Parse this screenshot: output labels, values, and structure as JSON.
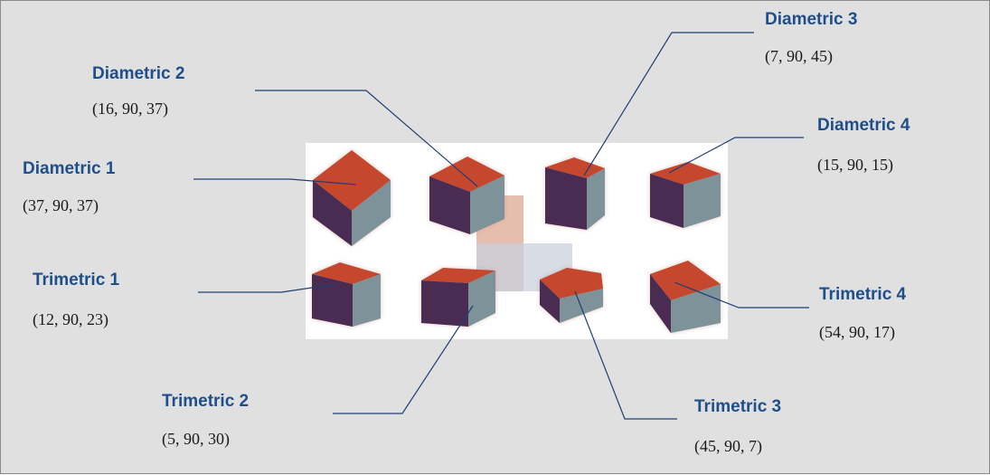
{
  "views": [
    {
      "name": "Diametric 1",
      "angles": "(37, 90, 37)"
    },
    {
      "name": "Diametric 2",
      "angles": "(16, 90, 37)"
    },
    {
      "name": "Diametric 3",
      "angles": "(7, 90, 45)"
    },
    {
      "name": "Diametric 4",
      "angles": "(15, 90, 15)"
    },
    {
      "name": "Trimetric 1",
      "angles": "(12, 90, 23)"
    },
    {
      "name": "Trimetric 2",
      "angles": "(5, 90, 30)"
    },
    {
      "name": "Trimetric 3",
      "angles": "(45, 90, 7)"
    },
    {
      "name": "Trimetric 4",
      "angles": "(54, 90, 17)"
    }
  ],
  "colors": {
    "background": "#e0e0e0",
    "panel": "#ffffff",
    "cube_top": "#c4472e",
    "cube_left": "#4a2c52",
    "cube_right": "#7e929a",
    "label": "#1f4e8c",
    "leader_line": "#1f3f73",
    "center_square_warm": "#e2b3a0",
    "center_square_cool": "#c9d0dc"
  }
}
